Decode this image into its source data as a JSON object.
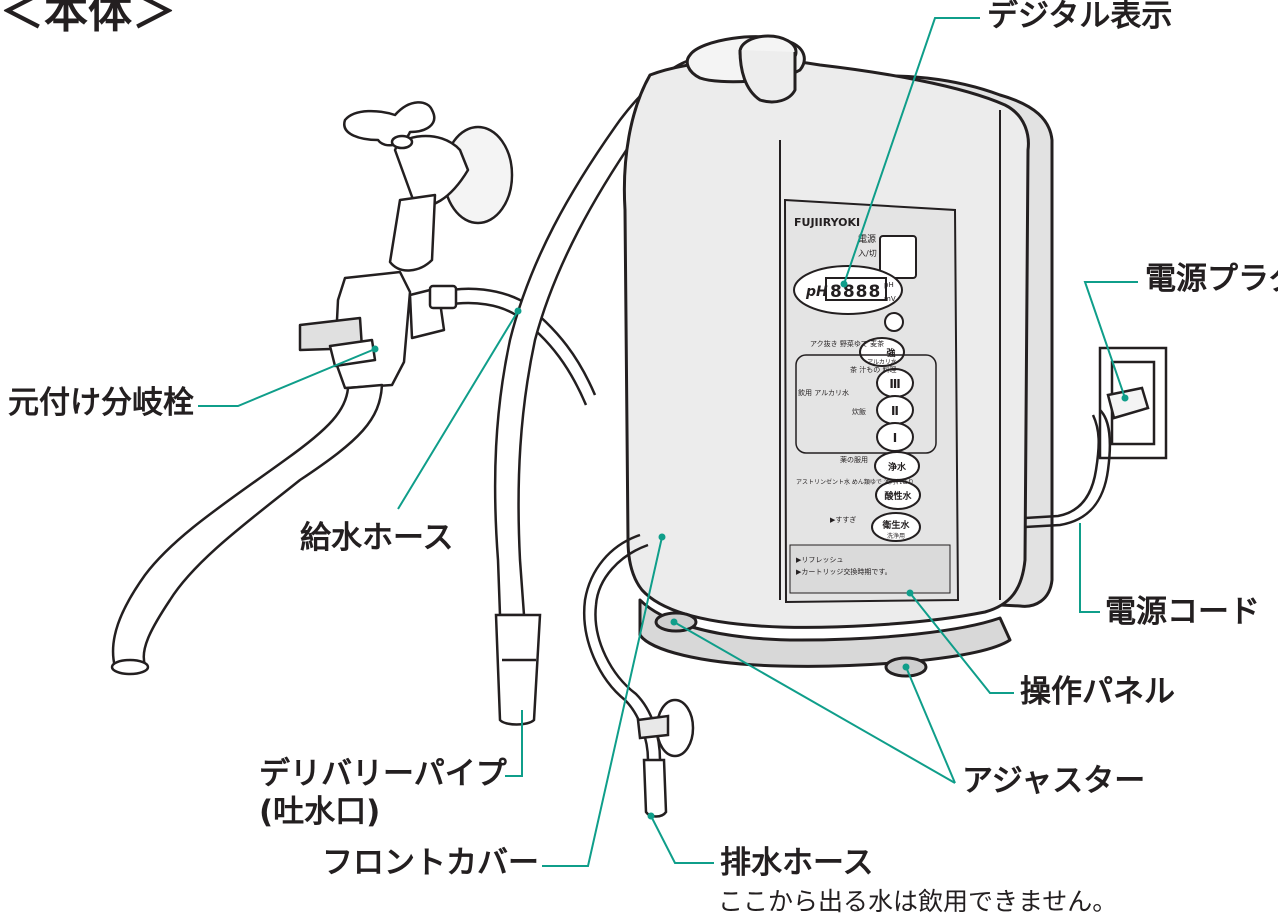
{
  "title": "＜本体＞",
  "colors": {
    "leader": "#0f9e8a",
    "ink": "#231f20",
    "body_fill": "#e9e9e9",
    "panel_fill": "#dcdcdc"
  },
  "callouts": {
    "digital_display": "デジタル表示",
    "power_plug": "電源プラグ",
    "branch_valve": "元付け分岐栓",
    "supply_hose": "給水ホース",
    "power_cord": "電源コード",
    "control_panel": "操作パネル",
    "adjuster": "アジャスター",
    "delivery_pipe_line1": "デリバリーパイプ",
    "delivery_pipe_line2": "(吐水口)",
    "front_cover": "フロントカバー",
    "drain_hose": "排水ホース",
    "drain_note": "ここから出る水は飲用できません。"
  },
  "device": {
    "brand": "FUJIIRYOKI",
    "power_label": "電源",
    "power_sub": "入/切",
    "ph_symbol": "pH",
    "display_digits": "8888",
    "unit_top": "pH",
    "unit_bottom": "mV",
    "buttons": [
      {
        "symbol": "強",
        "sub": "アルカリ水"
      },
      {
        "symbol": "Ⅲ"
      },
      {
        "symbol": "Ⅱ"
      },
      {
        "symbol": "Ⅰ"
      },
      {
        "symbol": "浄水"
      },
      {
        "symbol": "酸性水"
      },
      {
        "symbol": "衛生水",
        "sub": "洗浄用"
      }
    ],
    "panel_labels": {
      "veg": "アク抜き 野菜ゆで 麦茶",
      "tea": "茶 汁もの 料理",
      "rice": "炊飯",
      "drink": "飲用 アルカリ水",
      "medicine": "薬の服用",
      "astringent": "アストリンゼント水 めん類ゆで 油汚れとり",
      "rinse": "▶すすぎ",
      "refresh": "▶リフレッシュ",
      "cartridge": "▶カートリッジ交換時期です。"
    }
  }
}
